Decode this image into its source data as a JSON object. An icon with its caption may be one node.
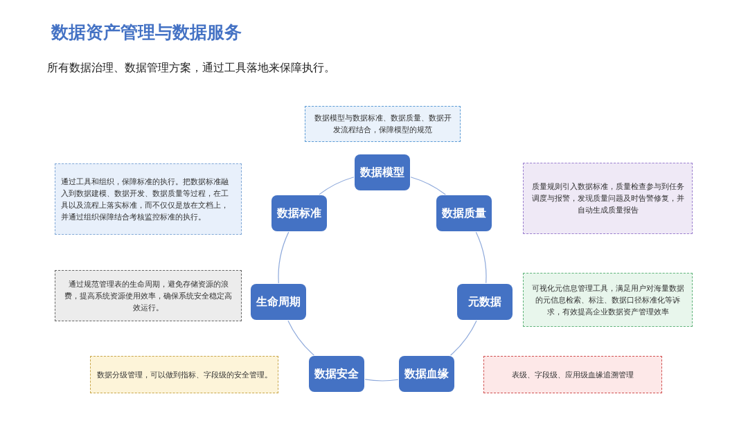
{
  "diagram": {
    "title": "数据资产管理与数据服务",
    "caption": "所有数据治理、数据管理方案，通过工具落地来保障执行。",
    "nodes": [
      {
        "text": [
          "数据模型与数据标准、数据质量、数据开发流程结合，保障模型的规范"
        ]
      },
      {
        "text": [
          "数据模型"
        ]
      },
      {
        "text": [
          "通过工具和组织，保障标准的执行。把数据标准融入到数据建模、数据开发、数据质量等过程，在工具以及流程上落实标准，而不仅仅是放在文档上，并通过组织保障结合考核监控标准的执行。"
        ]
      },
      {
        "text": [
          "数据标准"
        ]
      },
      {
        "text": [
          "数据质量"
        ]
      },
      {
        "text": [
          "质量规则引入数据标准，质量检查参与到任务调度与报警，发现质量问题及时告警修复，并自动生成质量报告"
        ]
      },
      {
        "text": [
          "通过规范管理表的生命周期，避免存储资源的浪费，提高系统资源使用效率，确保系统安全稳定高效运行。"
        ]
      },
      {
        "text": [
          "生命周期"
        ]
      },
      {
        "text": [
          "元数据"
        ]
      },
      {
        "text": [
          "可视化元信息管理工具，满足用户对海量数据的元信息检索、标注、数据口径标准化等诉求，有效提高企业数据资产管理效率"
        ]
      },
      {
        "text": [
          "数据分级管理，可以做到指标、字段级的安全管理。"
        ]
      },
      {
        "text": [
          "数据安全"
        ]
      },
      {
        "text": [
          "数据血缘"
        ]
      },
      {
        "text": [
          "表级、字段级、应用级血缘追溯管理"
        ]
      }
    ],
    "edges": [
      {
        "from": 1,
        "to": 4,
        "arrow": "none"
      },
      {
        "from": 4,
        "to": 8,
        "arrow": "none"
      },
      {
        "from": 8,
        "to": 12,
        "arrow": "none"
      },
      {
        "from": 12,
        "to": 11,
        "arrow": "none"
      },
      {
        "from": 11,
        "to": 7,
        "arrow": "none"
      },
      {
        "from": 7,
        "to": 3,
        "arrow": "none"
      },
      {
        "from": 3,
        "to": 1,
        "arrow": "none"
      }
    ]
  }
}
